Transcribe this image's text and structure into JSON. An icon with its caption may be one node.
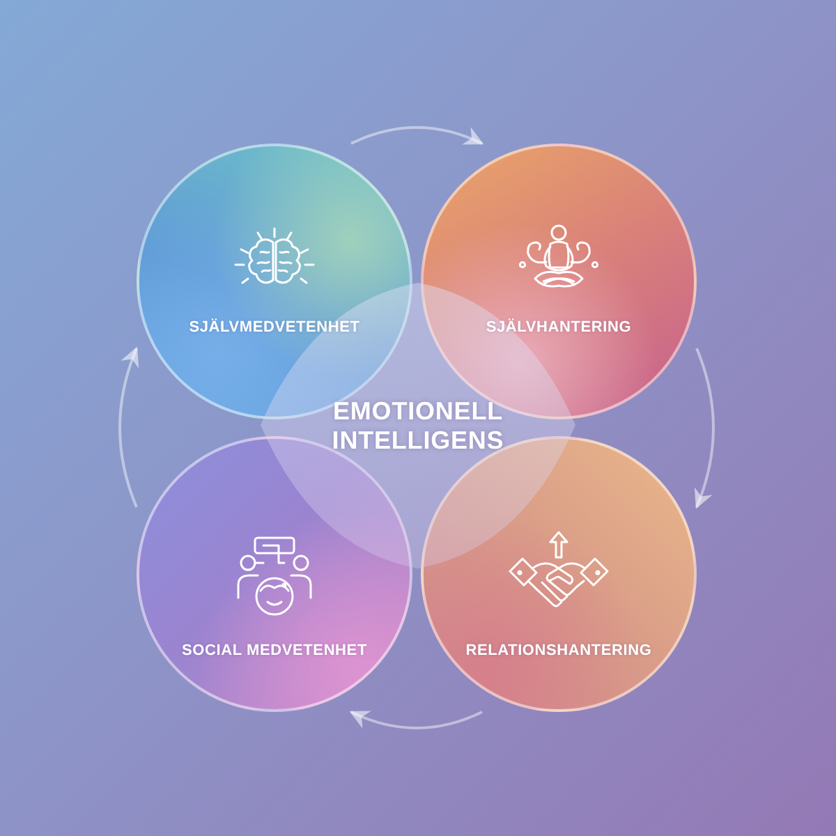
{
  "diagram": {
    "nodes": [
      {
        "text": [
          "SJÄLVMEDVETENHET"
        ]
      },
      {
        "text": [
          "SJÄLVHANTERING"
        ]
      },
      {
        "text": [
          "EMOTIONELL INTELLIGENS"
        ]
      },
      {
        "text": [
          "SOCIAL MEDVETENHET"
        ]
      },
      {
        "text": [
          "RELATIONSHANTERING"
        ]
      }
    ],
    "edges": [
      {
        "from": 0,
        "to": 1,
        "arrow": "to"
      },
      {
        "from": 1,
        "to": 4,
        "arrow": "to"
      },
      {
        "from": 4,
        "to": 3,
        "arrow": "to"
      },
      {
        "from": 3,
        "to": 0,
        "arrow": "to"
      }
    ]
  }
}
